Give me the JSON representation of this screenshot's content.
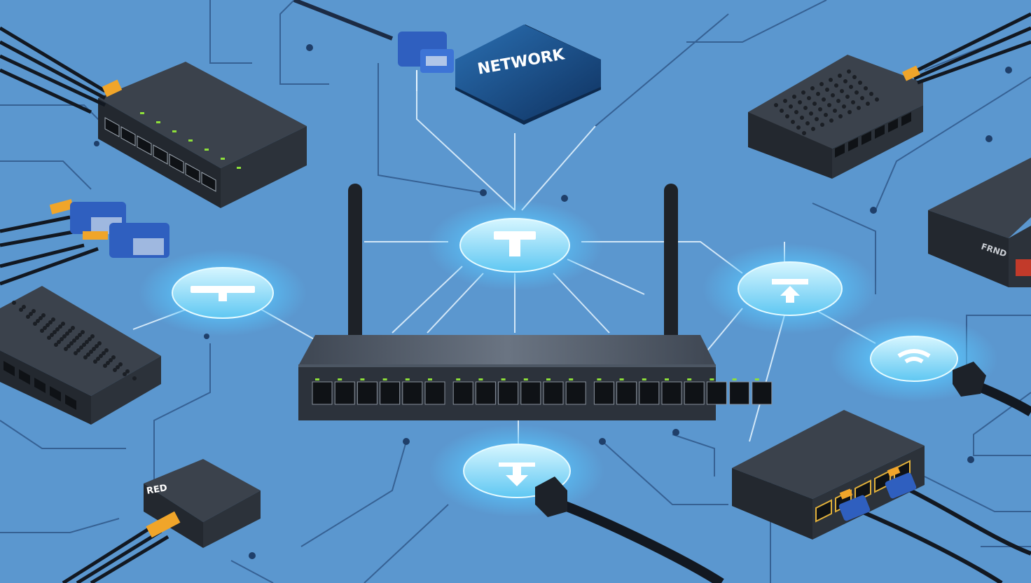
{
  "colors": {
    "background": "#5b97cf",
    "trace": "#1f3f6a",
    "device_top": "#3b424c",
    "device_side": "#23282f",
    "port": "#0f1216",
    "led": "#8ee03a",
    "glow": "#6fd3ff",
    "connector_blue": "#2f5fbf",
    "connector_orange": "#f0a52a",
    "chip_blue": "#1a4d86"
  },
  "chip": {
    "label": "NETWORK",
    "sublabel": ""
  },
  "router": {
    "port_count": 16,
    "side_port_count": 4,
    "label": ""
  },
  "switches": [
    {
      "id": "top-left",
      "port_count": 7,
      "label": ""
    },
    {
      "id": "top-right",
      "port_count": 6,
      "label": ""
    },
    {
      "id": "right-edge",
      "port_count": 2,
      "label": "FRND"
    },
    {
      "id": "left",
      "port_count": 5,
      "label": ""
    },
    {
      "id": "bottom-left",
      "port_count": 0,
      "label": "RED"
    },
    {
      "id": "bottom-right",
      "port_count": 5,
      "label": ""
    }
  ],
  "nodes": [
    {
      "id": "top-center",
      "icon": "upload-arrow-icon"
    },
    {
      "id": "left",
      "icon": "flat-t-icon"
    },
    {
      "id": "right",
      "icon": "up-arrow-icon"
    },
    {
      "id": "far-right",
      "icon": "wifi-icon"
    },
    {
      "id": "bottom-center",
      "icon": "down-arrow-icon"
    }
  ]
}
